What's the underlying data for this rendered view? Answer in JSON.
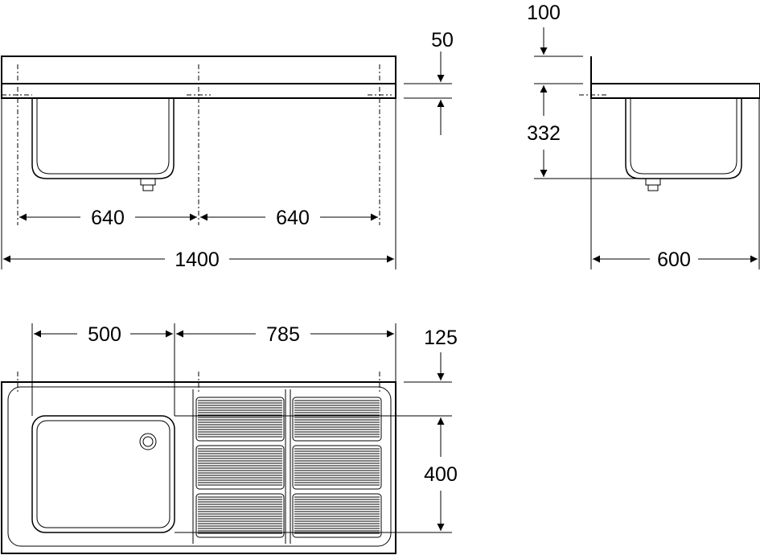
{
  "dimensions": {
    "front_bowl_width": "640",
    "front_drainer_width": "640",
    "front_total_width": "1400",
    "front_deck_thickness": "50",
    "side_top_offset": "100",
    "side_bowl_depth": "332",
    "side_total_depth": "600",
    "plan_bowl_width": "500",
    "plan_drainer_width": "785",
    "plan_top_offset": "125",
    "plan_bowl_length": "400"
  },
  "colors": {
    "line": "#000000",
    "background": "#ffffff"
  }
}
